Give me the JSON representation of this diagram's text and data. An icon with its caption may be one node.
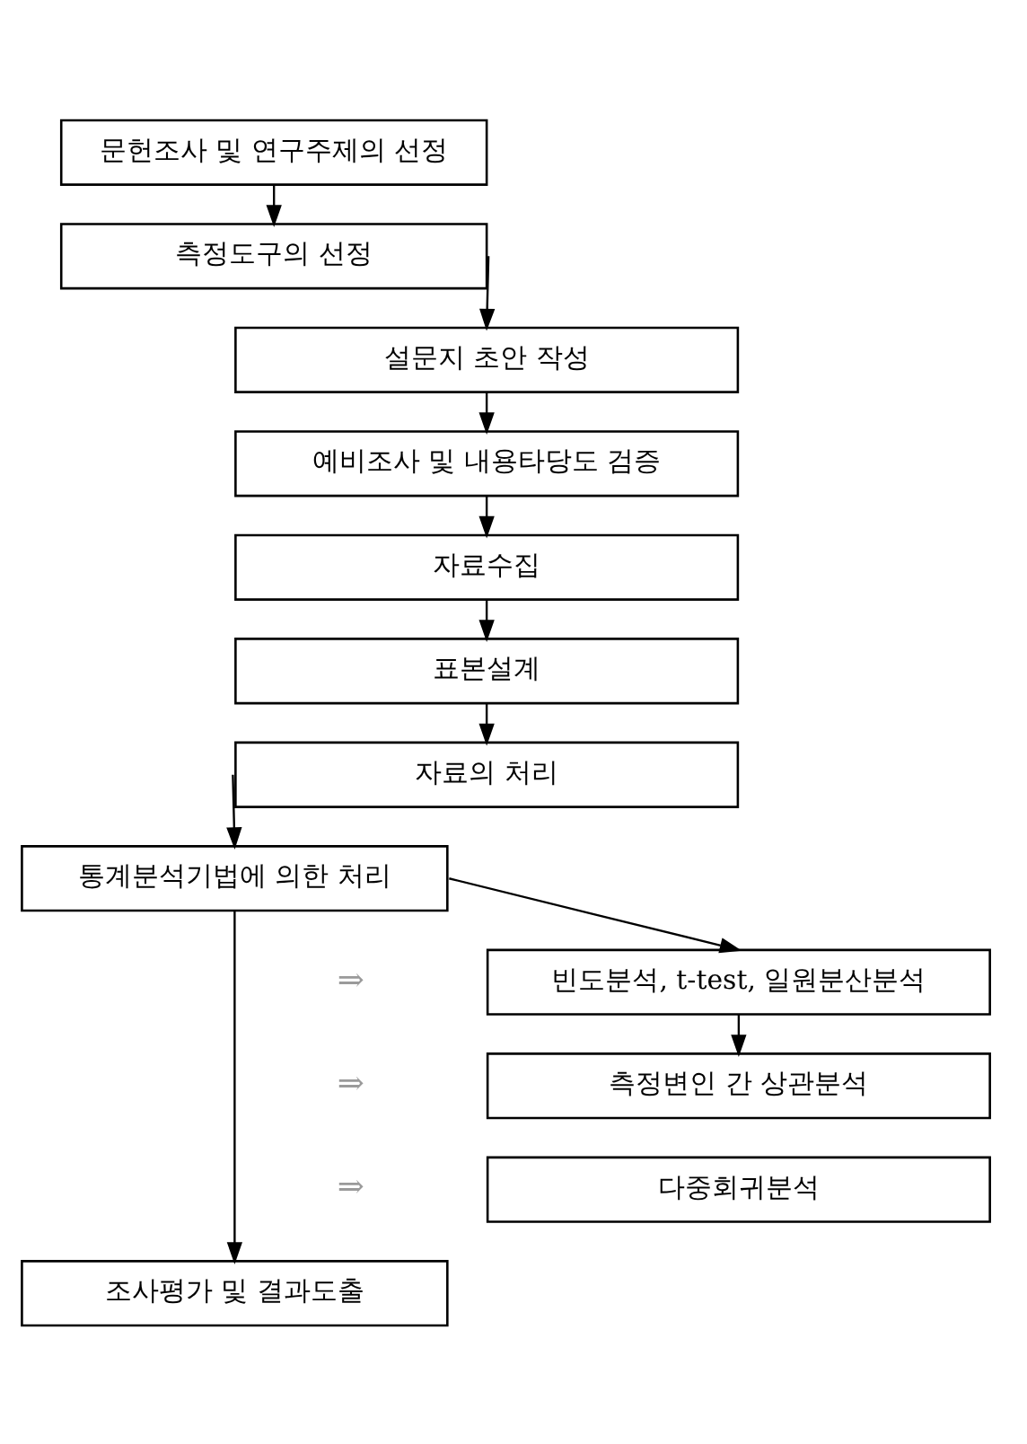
{
  "diagram": {
    "nodes": [
      {
        "text": [
          "문헌조사 및 연구주제의 선정"
        ]
      },
      {
        "text": [
          "측정도구의 선정"
        ]
      },
      {
        "text": [
          "설문지 초안 작성"
        ]
      },
      {
        "text": [
          "예비조사 및 내용타당도 검증"
        ]
      },
      {
        "text": [
          "자료수집"
        ]
      },
      {
        "text": [
          "표본설계"
        ]
      },
      {
        "text": [
          "자료의 처리"
        ]
      },
      {
        "text": [
          "통계분석기법에 의한 처리"
        ]
      },
      {
        "text": [
          "빈도분석, t-test, 일원분산분석"
        ]
      },
      {
        "text": [
          "측정변인 간 상관분석"
        ]
      },
      {
        "text": [
          "다중회귀분석"
        ]
      },
      {
        "text": [
          "조사평가 및 결과도출"
        ]
      }
    ],
    "edges": [
      {
        "from": 0,
        "to": 1,
        "arrow": "to"
      },
      {
        "from": 1,
        "to": 2,
        "arrow": "to"
      },
      {
        "from": 2,
        "to": 3,
        "arrow": "to"
      },
      {
        "from": 3,
        "to": 4,
        "arrow": "to"
      },
      {
        "from": 4,
        "to": 5,
        "arrow": "to"
      },
      {
        "from": 5,
        "to": 6,
        "arrow": "to"
      },
      {
        "from": 6,
        "to": 7,
        "arrow": "to"
      },
      {
        "from": 7,
        "to": 8,
        "arrow": "to"
      },
      {
        "from": 8,
        "to": 9,
        "arrow": "to"
      },
      {
        "from": 7,
        "to": 11,
        "arrow": "to"
      }
    ],
    "labels": [
      "⇒",
      "⇒",
      "⇒"
    ]
  }
}
